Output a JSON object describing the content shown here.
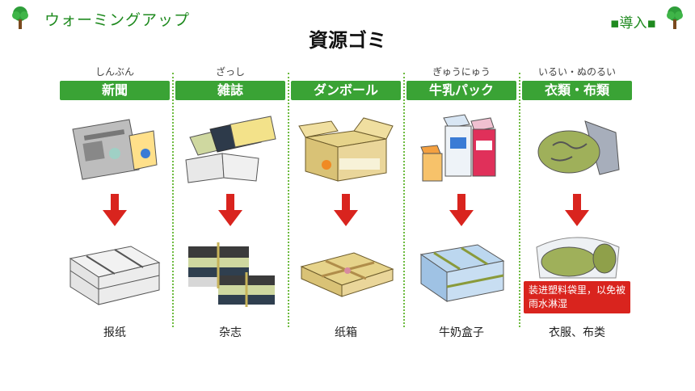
{
  "header": {
    "section_label": "ウォーミングアップ",
    "badge": "▪導入▪",
    "title": "資源ゴミ"
  },
  "colors": {
    "green": "#3aa335",
    "header_text": "#1f8a1f",
    "note_red": "#d9241e",
    "arrow_red": "#d9241e"
  },
  "categories": [
    {
      "reading": "しんぶん",
      "label": "新聞",
      "caption": "报纸",
      "icon": "newspaper-icon"
    },
    {
      "reading": "ざっし",
      "label": "雑誌",
      "caption": "杂志",
      "icon": "magazine-icon"
    },
    {
      "reading": "",
      "label": "ダンボール",
      "caption": "纸箱",
      "icon": "cardboard-box-icon"
    },
    {
      "reading": "ぎゅうにゅう",
      "label": "牛乳パック",
      "caption": "牛奶盒子",
      "icon": "milk-carton-icon"
    },
    {
      "reading": "いるい・ぬのるい",
      "label": "衣類・布類",
      "caption": "衣服、布类",
      "icon": "clothes-bag-icon",
      "note": "装进塑料袋里，以免被雨水淋湿"
    }
  ]
}
